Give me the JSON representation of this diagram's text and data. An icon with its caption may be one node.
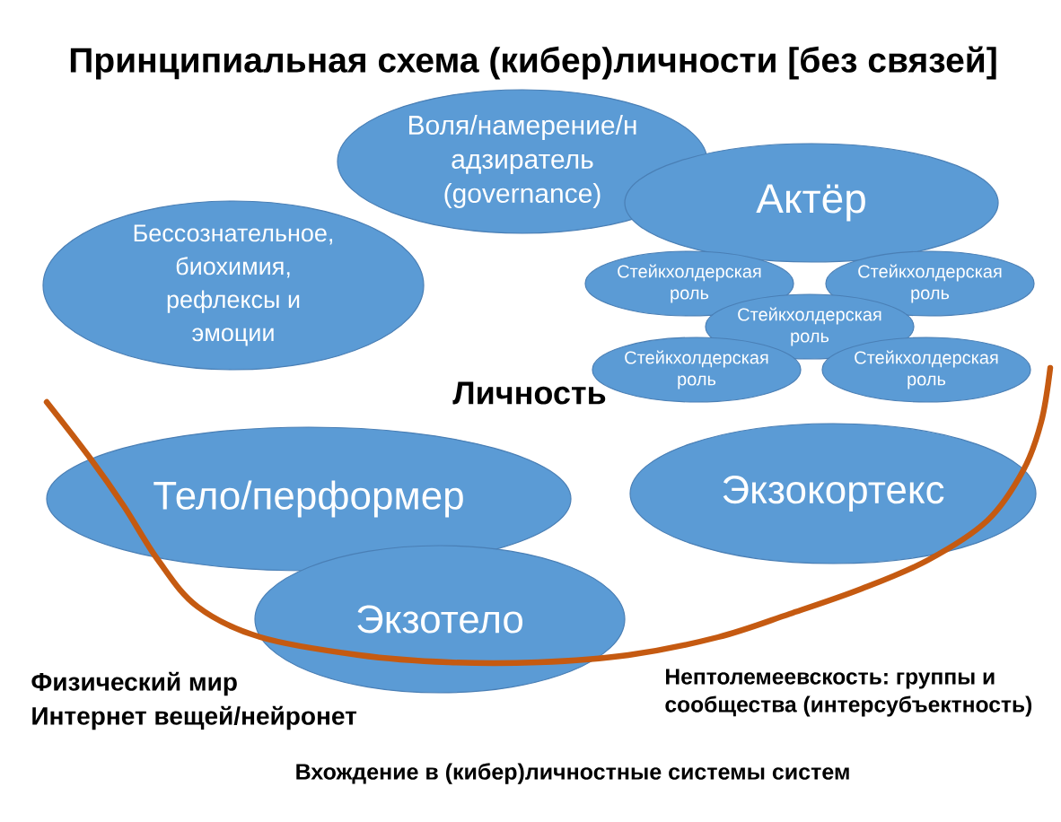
{
  "diagram": {
    "title": "Принципиальная схема (кибер)личности [без связей]",
    "nodes": [
      {
        "text": [
          "Воля/намерение/н адзиратель (governance)"
        ]
      },
      {
        "text": [
          "Бессознательное, биохимия, рефлексы и эмоции"
        ]
      },
      {
        "text": [
          "Актёр"
        ]
      },
      {
        "text": [
          "Стейкхолдерская роль"
        ]
      },
      {
        "text": [
          "Стейкхолдерская роль"
        ]
      },
      {
        "text": [
          "Стейкхолдерская роль"
        ]
      },
      {
        "text": [
          "Стейкхолдерская роль"
        ]
      },
      {
        "text": [
          "Стейкхолдерская роль"
        ]
      },
      {
        "text": [
          "Тело/перформер"
        ]
      },
      {
        "text": [
          "Экзокортекс"
        ]
      },
      {
        "text": [
          "Экзотело"
        ]
      }
    ],
    "labels": [
      "Личность",
      "Физический мир",
      "Интернет вещей/нейронет",
      "Нептолемеевскость: группы и сообщества (интерсубъектность)",
      "Вхождение в (кибер)личностные системы систем"
    ]
  }
}
